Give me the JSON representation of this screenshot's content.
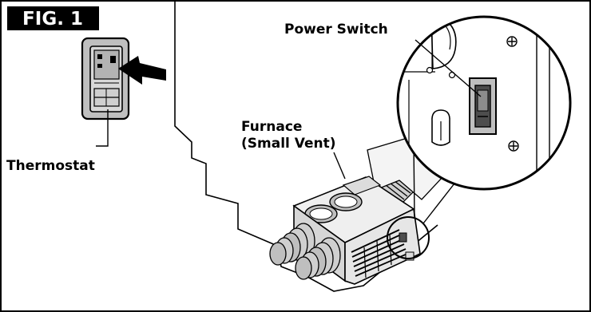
{
  "figure": {
    "label": "FIG. 1",
    "background": "#ffffff",
    "ink": "#000000",
    "fill_gray": "#bfbfbf",
    "dark_gray": "#4d4d4d"
  },
  "callouts": {
    "power_switch": "Power Switch",
    "furnace_line1": "Furnace",
    "furnace_line2": "(Small Vent)",
    "thermostat": "Thermostat"
  }
}
